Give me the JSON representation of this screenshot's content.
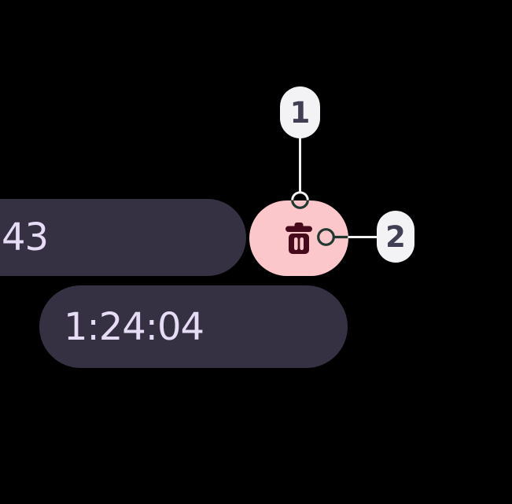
{
  "colors": {
    "background": "#000000",
    "pill-bg": "#363043",
    "pill-text": "#e6dcf5",
    "delete-bg": "#fcc7cb",
    "delete-icon": "#460a1c",
    "callout-bg": "#f3f3f5",
    "callout-text": "#413f54",
    "connector-light": "#f2f2f2",
    "connector-dark": "#203830"
  },
  "timer": {
    "count_pill": {
      "value": "43"
    },
    "duration_pill": {
      "value": "1:24:04"
    }
  },
  "delete_button": {
    "icon": "trash-icon"
  },
  "callouts": [
    {
      "label": "1"
    },
    {
      "label": "2"
    }
  ]
}
